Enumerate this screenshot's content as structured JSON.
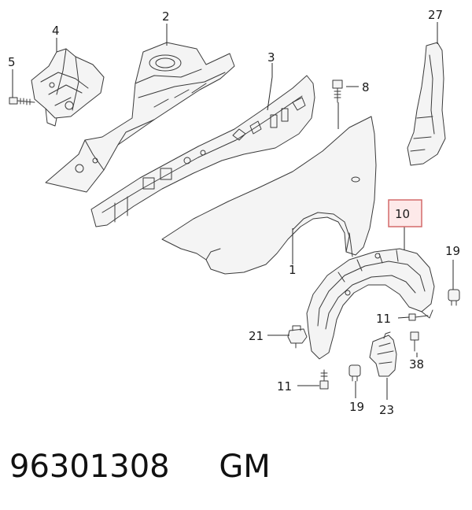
{
  "callouts": {
    "c1": "1",
    "c2": "2",
    "c3": "3",
    "c4": "4",
    "c5": "5",
    "c8": "8",
    "c10": "10",
    "c11a": "11",
    "c11b": "11",
    "c19a": "19",
    "c19b": "19",
    "c21": "21",
    "c23": "23",
    "c27": "27",
    "c38": "38"
  },
  "highlighted_callout": "10",
  "colors": {
    "highlight_border": "#d36a6a",
    "highlight_fill": "#fde9e9",
    "line": "#3a3a3a"
  },
  "footer": {
    "part_number": "96301308",
    "brand": "GM"
  }
}
